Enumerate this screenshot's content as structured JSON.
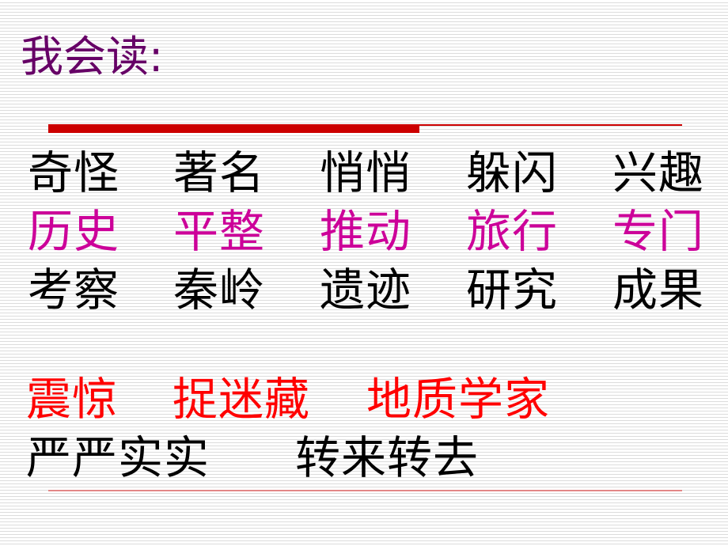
{
  "title": {
    "text": "我会读:",
    "color": "#660066"
  },
  "rules": {
    "top_thick_color": "#CC0000",
    "top_thin_color": "#CC0000",
    "bottom_color": "#E06666"
  },
  "colors": {
    "black": "#000000",
    "magenta": "#CC0099",
    "red": "#FF0000"
  },
  "grid_rows": [
    {
      "color": "#000000",
      "words": [
        "奇怪",
        "著名",
        "悄悄",
        "躲闪",
        "兴趣"
      ]
    },
    {
      "color": "#CC0099",
      "words": [
        "历史",
        "平整",
        "推动",
        "旅行",
        "专门"
      ]
    },
    {
      "color": "#000000",
      "words": [
        "考察",
        "秦岭",
        "遗迹",
        "研究",
        "成果"
      ]
    }
  ],
  "phrase_rows": [
    {
      "color": "#FF0000",
      "words": [
        "震惊",
        "捉迷藏",
        "地质学家"
      ]
    },
    {
      "color": "#000000",
      "words": [
        "严严实实",
        "转来转去"
      ]
    }
  ]
}
